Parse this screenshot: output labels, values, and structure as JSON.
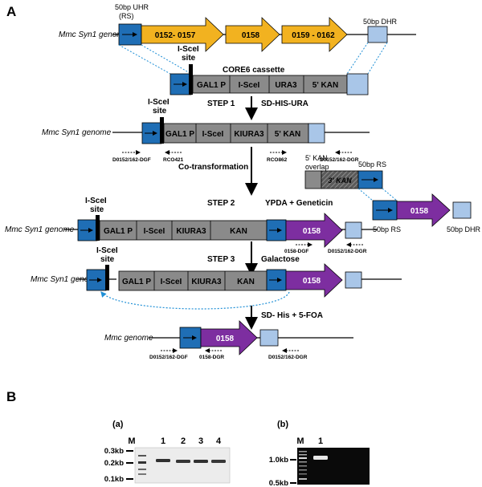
{
  "panels": {
    "a": "A",
    "b": "B"
  },
  "colors": {
    "homology": "#1f6eb5",
    "yellow": "#f2b220",
    "gray": "#8a8a8a",
    "purple": "#7d2ea0",
    "light_blue": "#a9c6e8",
    "dotted": "#1f8fd6",
    "gel": "#0a0a0a"
  },
  "row1": {
    "genome": "Mmc Syn1 genome",
    "uhr_label": "50bp UHR",
    "rs_label": "(RS)",
    "dhr_label": "50bp DHR",
    "arrows": [
      "0152- 0157",
      "0158",
      "0159 - 0162"
    ]
  },
  "cassette": {
    "title": "CORE6 cassette",
    "isce_label": "I-SceI",
    "site_label": "site",
    "boxes": [
      "GAL1 P",
      "I-SceI",
      "URA3",
      "5' KAN"
    ]
  },
  "step1": {
    "label": "STEP 1",
    "medium": "SD-HIS-URA"
  },
  "row3": {
    "genome": "Mmc Syn1 genome",
    "isce_label": "I-SceI",
    "site_label": "site",
    "boxes": [
      "GAL1 P",
      "I-SceI",
      "KIURA3",
      "5' KAN"
    ],
    "primers": [
      "D0152/162-DGF",
      "RCO421",
      "RCO862",
      "D0152/162-DGR"
    ]
  },
  "cotransform": {
    "label": "Co-transformation",
    "kan_overlap": [
      "5' KAN",
      "overlap"
    ],
    "kan3": "3' KAN",
    "rs_top": "50bp RS"
  },
  "donor": {
    "rs": "50bp RS",
    "arrow": "0158",
    "dhr": "50bp DHR"
  },
  "step2": {
    "label": "STEP 2",
    "medium": "YPDA + Geneticin"
  },
  "row4": {
    "genome": "Mmc Syn1 genome",
    "isce_label": "I-SceI",
    "site_label": "site",
    "boxes": [
      "GAL1 P",
      "I-SceI",
      "KIURA3",
      "KAN"
    ],
    "arrow": "0158",
    "primers": [
      "0158-DGF",
      "D0152/162-DGR"
    ]
  },
  "step3": {
    "label": "STEP 3",
    "medium": "Galactose"
  },
  "row5": {
    "genome": "Mmc Syn1 genome",
    "isce_label": "I-SceI",
    "site_label": "site",
    "boxes": [
      "GAL1 P",
      "I-SceI",
      "KIURA3",
      "KAN"
    ],
    "arrow": "0158"
  },
  "final": {
    "medium": "SD- His + 5-FOA",
    "genome": "Mmc genome",
    "arrow": "0158",
    "primers": [
      "D0152/162-DGF",
      "0158-DGR",
      "D0152/162-DGR"
    ]
  },
  "gel_a": {
    "label": "(a)",
    "lanes": [
      "M",
      "1",
      "2",
      "3",
      "4"
    ],
    "markers": [
      "0.3kb",
      "0.2kb",
      "0.1kb"
    ]
  },
  "gel_b": {
    "label": "(b)",
    "lanes": [
      "M",
      "1"
    ],
    "markers": [
      "1.0kb",
      "0.5kb"
    ]
  }
}
